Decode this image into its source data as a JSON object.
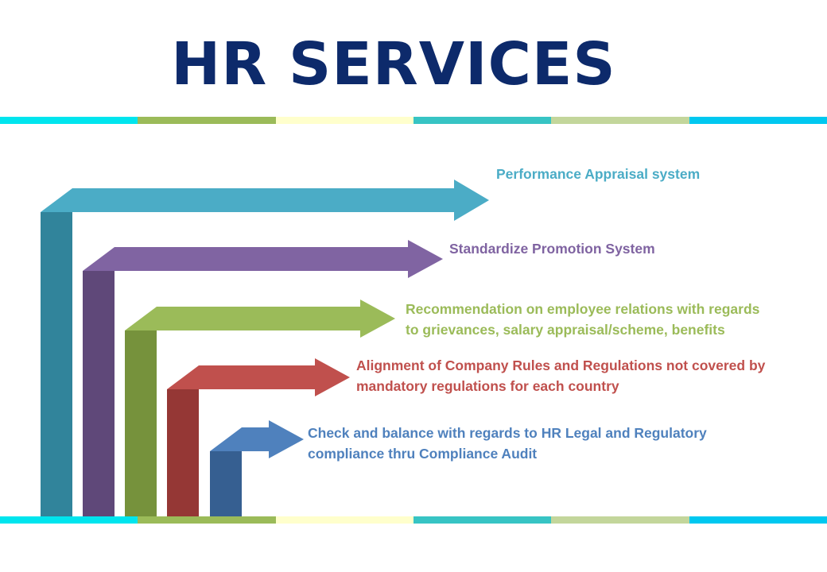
{
  "title": "HR SERVICES",
  "stripe_colors": [
    "#00e5ee",
    "#9bbb59",
    "#ffffcc",
    "#37c4c4",
    "#c3d69b",
    "#00c8f0"
  ],
  "services": [
    {
      "lines": [
        "Performance Appraisal system"
      ],
      "color": "#4bacc6",
      "arrow_color": "#4bacc6",
      "post_color": "#31849b"
    },
    {
      "lines": [
        "Standardize Promotion System"
      ],
      "color": "#7f63a1",
      "arrow_color": "#8064a2",
      "post_color": "#5f4879"
    },
    {
      "lines": [
        "Recommendation on employee relations with regards",
        "to grievances, salary appraisal/scheme, benefits"
      ],
      "color": "#9bbb59",
      "arrow_color": "#9bbb59",
      "post_color": "#76923c"
    },
    {
      "lines": [
        "Alignment of Company Rules and Regulations not covered by",
        "mandatory regulations for each country"
      ],
      "color": "#c0504d",
      "arrow_color": "#c0504d",
      "post_color": "#953735"
    },
    {
      "lines": [
        "Check and balance with regards to HR Legal and Regulatory",
        "compliance thru Compliance Audit"
      ],
      "color": "#4f81bd",
      "arrow_color": "#4f81bd",
      "post_color": "#365f91"
    }
  ]
}
